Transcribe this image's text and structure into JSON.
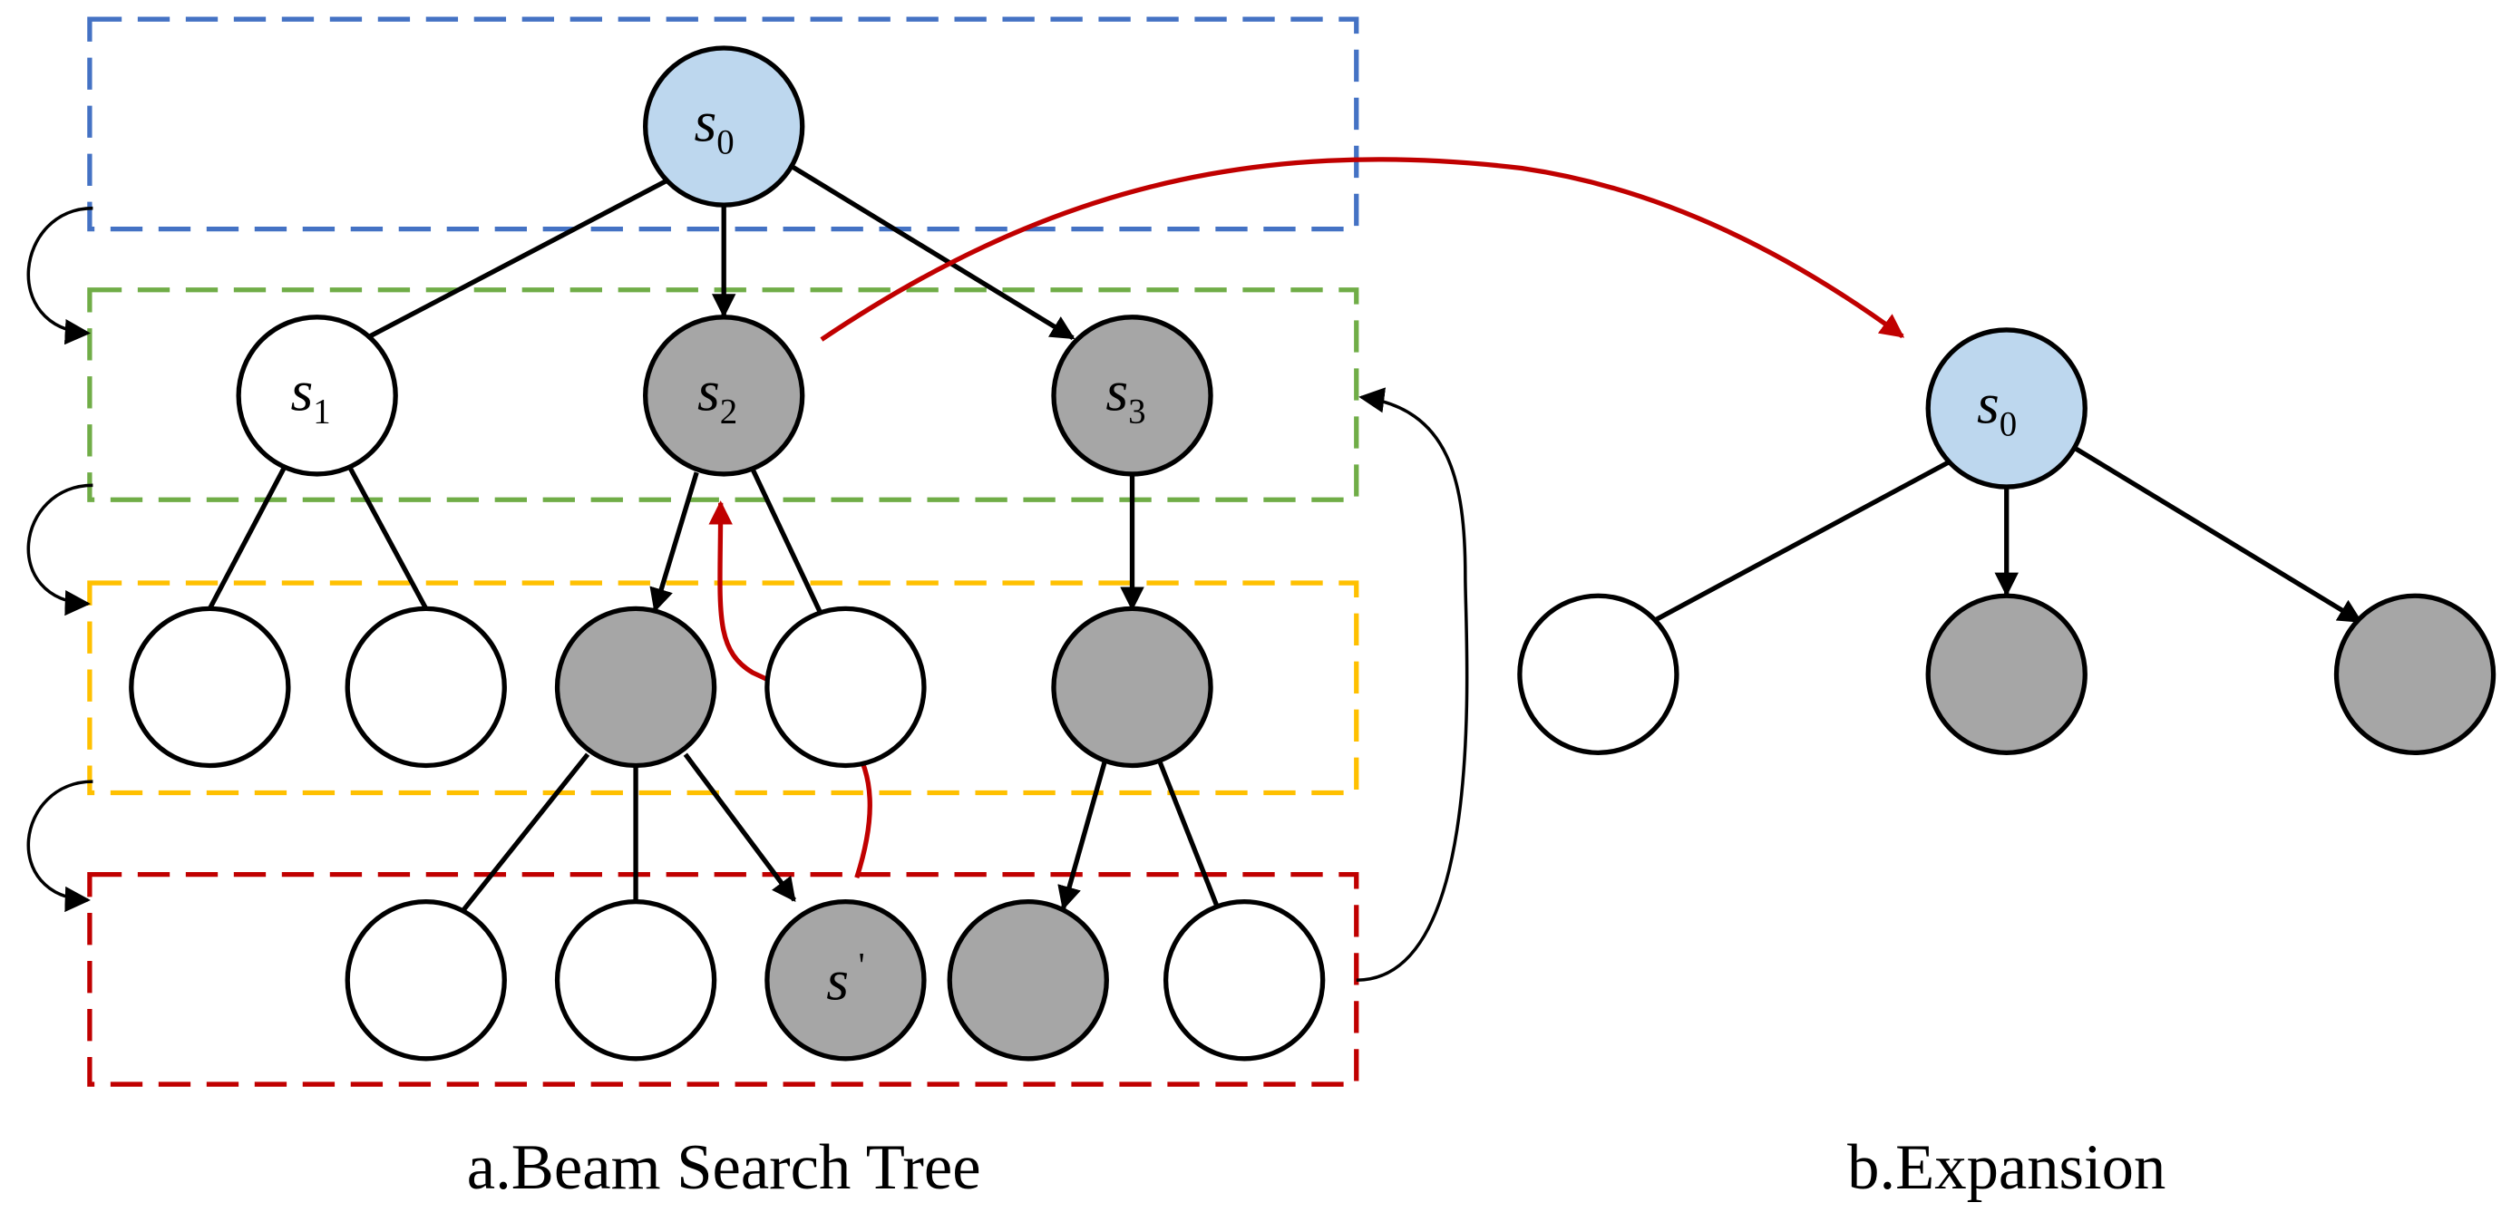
{
  "captions": {
    "beam_search_tree": "a.Beam Search Tree",
    "expansion": "b.Expansion"
  },
  "node_labels": {
    "s0": {
      "base": "s",
      "sub": "0"
    },
    "s1": {
      "base": "s",
      "sub": "1"
    },
    "s2": {
      "base": "s",
      "sub": "2"
    },
    "s3": {
      "base": "s",
      "sub": "3"
    },
    "s_prime": {
      "base": "s",
      "sub": "'"
    },
    "expansion_root": {
      "base": "s",
      "sub": "0"
    }
  },
  "colors": {
    "root_fill": "#bdd7ee",
    "selected_fill": "#a6a6a6",
    "unselected_fill": "#ffffff",
    "edge": "#000000",
    "highlight_arrow": "#c00000",
    "level0_box": "#4472c4",
    "level1_box": "#70ad47",
    "level2_box": "#ffc000",
    "level3_box": "#c00000"
  }
}
